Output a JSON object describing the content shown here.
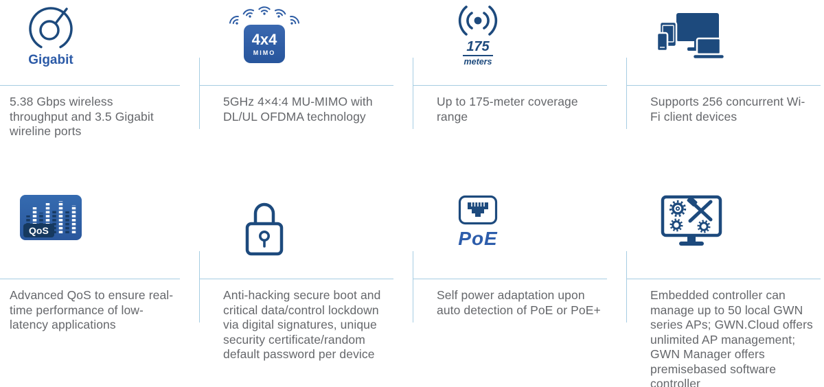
{
  "theme": {
    "icon_navy": "#1d4a7d",
    "accent_blue": "#2b5aa7",
    "badge_blue": "#2d5ca4",
    "divider_light_blue": "#a6cde2",
    "text_gray": "#65676b"
  },
  "features": [
    {
      "name": "gigabit",
      "icon": "speedometer-icon",
      "label": "Gigabit",
      "text": "5.38 Gbps wireless throughput and 3.5 Gigabit wireline ports"
    },
    {
      "name": "mimo",
      "icon": "mimo-4x4-icon",
      "label_big": "4x4",
      "label_small": "MIMO",
      "text": "5GHz 4×4:4 MU-MIMO with DL/UL OFDMA technology"
    },
    {
      "name": "coverage",
      "icon": "coverage-signal-icon",
      "label_big": "175",
      "label_small": "meters",
      "text": "Up to 175-meter coverage range"
    },
    {
      "name": "clients",
      "icon": "client-devices-icon",
      "text": "Supports 256 concurrent Wi-Fi client devices"
    },
    {
      "name": "qos",
      "icon": "qos-equalizer-icon",
      "label": "QoS",
      "text": "Advanced QoS to ensure real-time performance of low-latency applications"
    },
    {
      "name": "security",
      "icon": "padlock-icon",
      "text": "Anti-hacking secure boot and critical data/control lockdown via digital signatures, unique security certificate/random default password per device"
    },
    {
      "name": "poe",
      "icon": "ethernet-port-icon",
      "label": "PoE",
      "text": "Self power adaptation upon auto detection of PoE or PoE+"
    },
    {
      "name": "controller",
      "icon": "embedded-controller-icon",
      "text": "Embedded controller can manage up to 50 local GWN series APs; GWN.Cloud offers unlimited AP management; GWN Manager offers premisebased software controller"
    }
  ]
}
